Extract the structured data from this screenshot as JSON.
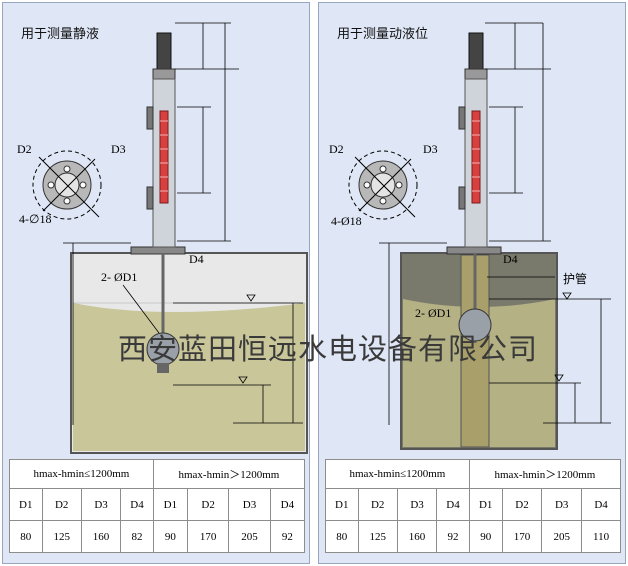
{
  "left_panel": {
    "title": "用于测量静液",
    "labels": {
      "d2": "D2",
      "d3": "D3",
      "holes": "4-∅18",
      "d4": "D4",
      "d1": "2- ØD1"
    },
    "table": {
      "group_a": "hmax-hmin≤1200mm",
      "group_b": "hmax-hmin＞1200mm",
      "headers": [
        "D1",
        "D2",
        "D3",
        "D4",
        "D1",
        "D2",
        "D3",
        "D4"
      ],
      "values": [
        "80",
        "125",
        "160",
        "82",
        "90",
        "170",
        "205",
        "92"
      ]
    }
  },
  "right_panel": {
    "title": "用于测量动液位",
    "labels": {
      "d2": "D2",
      "d3": "D3",
      "holes": "4-Ø18",
      "d4": "D4",
      "d1": "2- ØD1",
      "guard_pipe": "护管"
    },
    "table": {
      "group_a": "hmax-hmin≤1200mm",
      "group_b": "hmax-hmin＞1200mm",
      "headers": [
        "D1",
        "D2",
        "D3",
        "D4",
        "D1",
        "D2",
        "D3",
        "D4"
      ],
      "values": [
        "80",
        "125",
        "160",
        "92",
        "90",
        "170",
        "205",
        "110"
      ]
    }
  },
  "watermark": "西安蓝田恒远水电设备有限公司",
  "colors": {
    "panel_bg": "#dfe6f5",
    "liquid": "#c9c69a",
    "tank_wall": "#e4e4e4",
    "scale_red": "#d84040",
    "dark_tank": "#7a7a6c"
  }
}
